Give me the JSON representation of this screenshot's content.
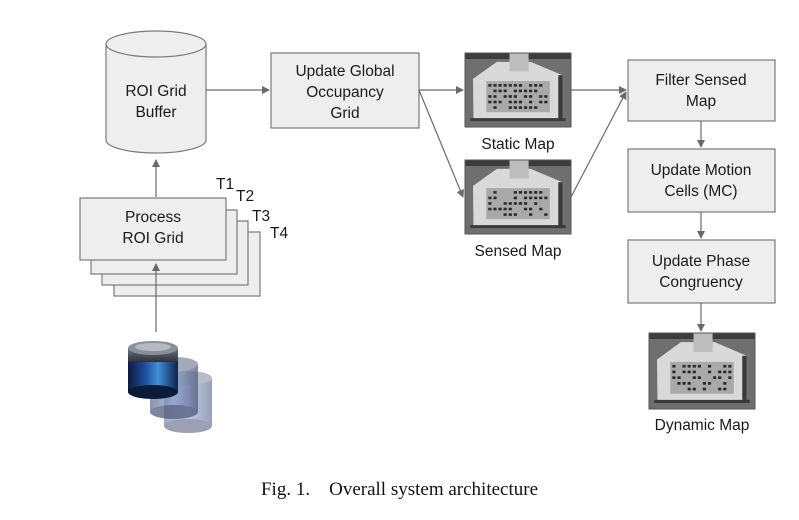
{
  "nodes": {
    "roi_buffer": [
      "ROI Grid",
      "Buffer"
    ],
    "process_roi": [
      "Process",
      "ROI Grid"
    ],
    "update_global": [
      "Update Global",
      "Occupancy",
      "Grid"
    ],
    "filter_sensed": [
      "Filter Sensed",
      "Map"
    ],
    "update_motion": [
      "Update Motion",
      "Cells (MC)"
    ],
    "update_phase": [
      "Update Phase",
      "Congruency"
    ]
  },
  "time_steps": [
    "T1",
    "T2",
    "T3",
    "T4"
  ],
  "maps": {
    "static": "Static Map",
    "sensed": "Sensed Map",
    "dynamic": "Dynamic Map"
  },
  "caption": {
    "label": "Fig. 1.",
    "text": "Overall system architecture"
  }
}
